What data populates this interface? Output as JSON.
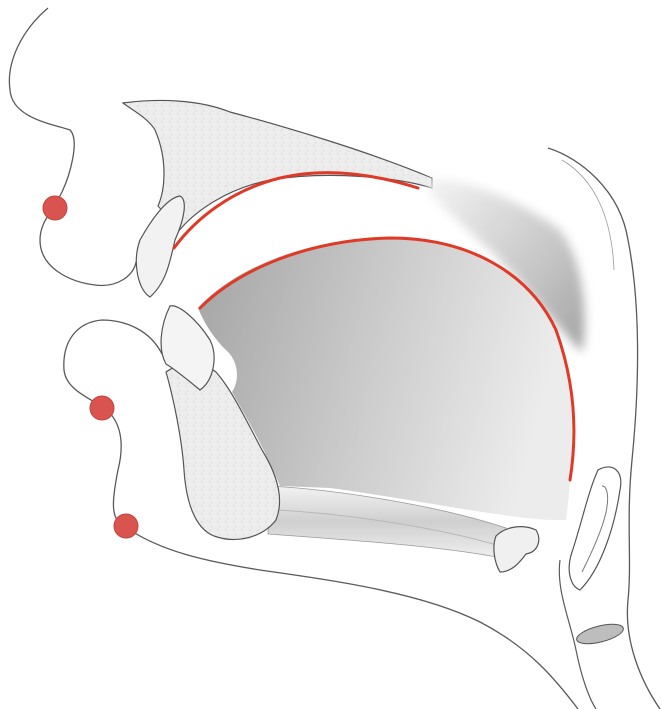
{
  "diagram": {
    "kind": "midsagittal vocal tract cross-section",
    "colors": {
      "outline": "#555555",
      "bone_fill": "#ececec",
      "tongue_dark": "#a9a9a9",
      "tongue_light": "#e9e9e9",
      "contour_red": "#e03a26",
      "marker_red": "#d9534f"
    },
    "markers": [
      {
        "name": "upper-lip-marker"
      },
      {
        "name": "lower-lip-marker"
      },
      {
        "name": "chin-marker"
      }
    ],
    "contours": [
      {
        "name": "palate-contour"
      },
      {
        "name": "tongue-contour"
      }
    ]
  }
}
